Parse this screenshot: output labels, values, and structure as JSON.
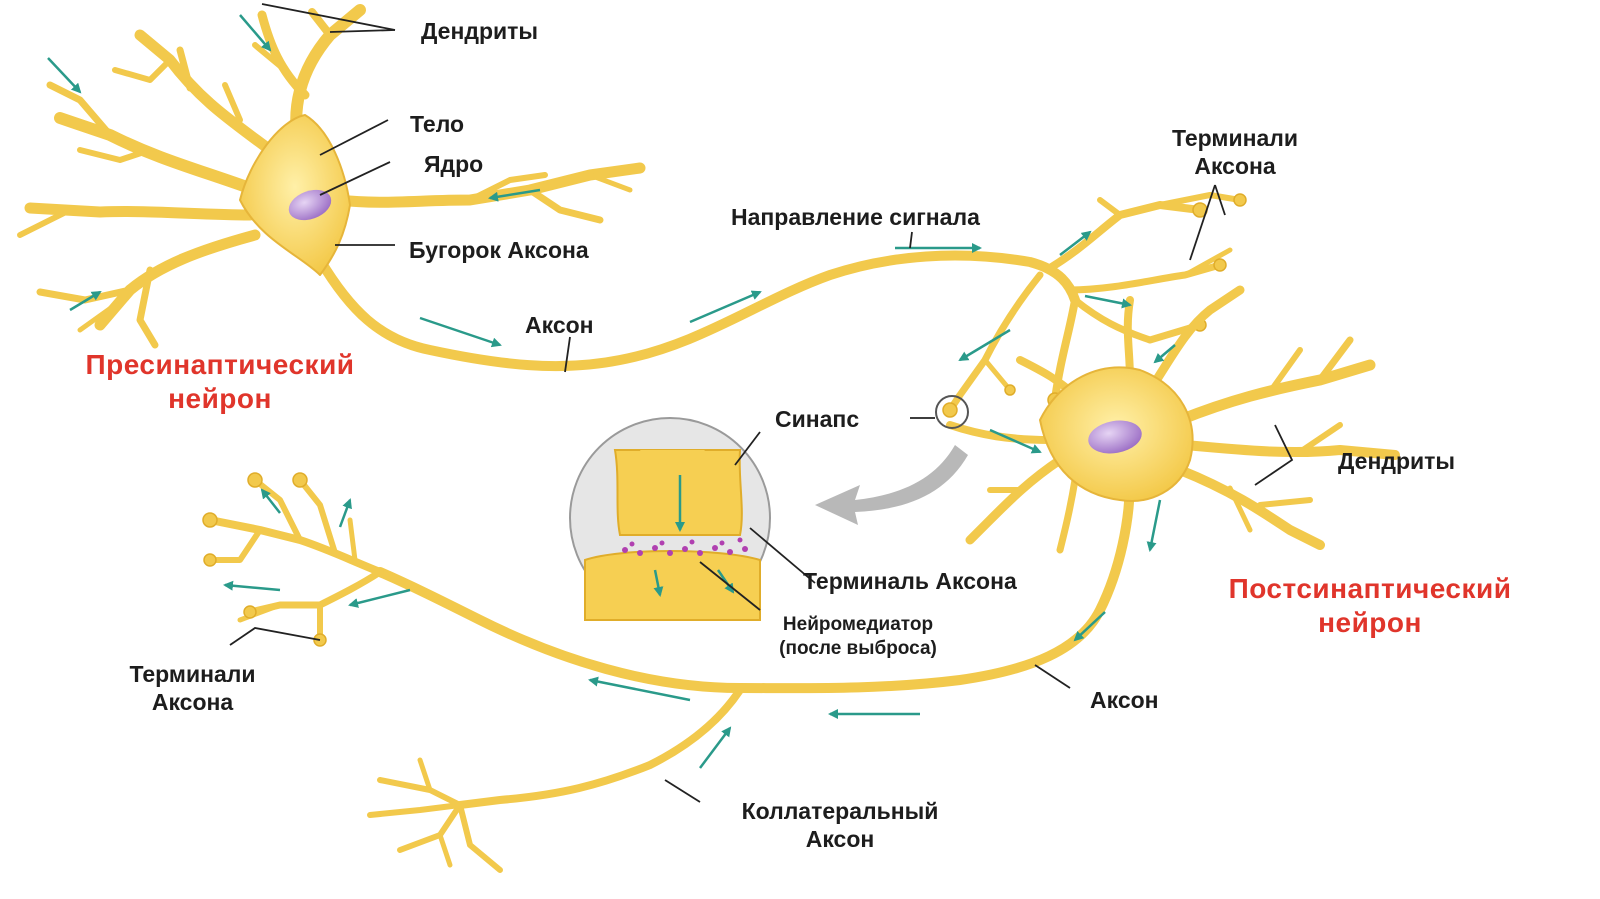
{
  "labels": {
    "dendrites_top": "Дендриты",
    "body": "Тело",
    "nucleus": "Ядро",
    "axon_hillock": "Бугорок Аксона",
    "axon_pre": "Аксон",
    "presynaptic_1": "Пресинаптический",
    "presynaptic_2": "нейрон",
    "signal_direction": "Направление сигнала",
    "terminals_top_1": "Терминали",
    "terminals_top_2": "Аксона",
    "synapse": "Синапс",
    "dendrites_right": "Дендриты",
    "axon_terminal": "Терминаль Аксона",
    "neurotransmitter_1": "Нейромедиатор",
    "neurotransmitter_2": "(после выброса)",
    "postsynaptic_1": "Постсинаптический",
    "postsynaptic_2": "нейрон",
    "terminals_bottom_1": "Терминали",
    "terminals_bottom_2": "Аксона",
    "axon_post": "Аксон",
    "collateral_1": "Коллатеральный",
    "collateral_2": "Аксон"
  },
  "colors": {
    "neuron_fill": "#f6cf52",
    "neuron_stroke": "#e0ad2a",
    "nucleus": "#b48ad8",
    "arrow": "#2a9a8a",
    "leader": "#222222",
    "red_text": "#e0352b",
    "magnifier_fill": "#e6e6e6",
    "zoom_arrow": "#b8b8b8",
    "neurotransmitter": "#b040b0"
  }
}
